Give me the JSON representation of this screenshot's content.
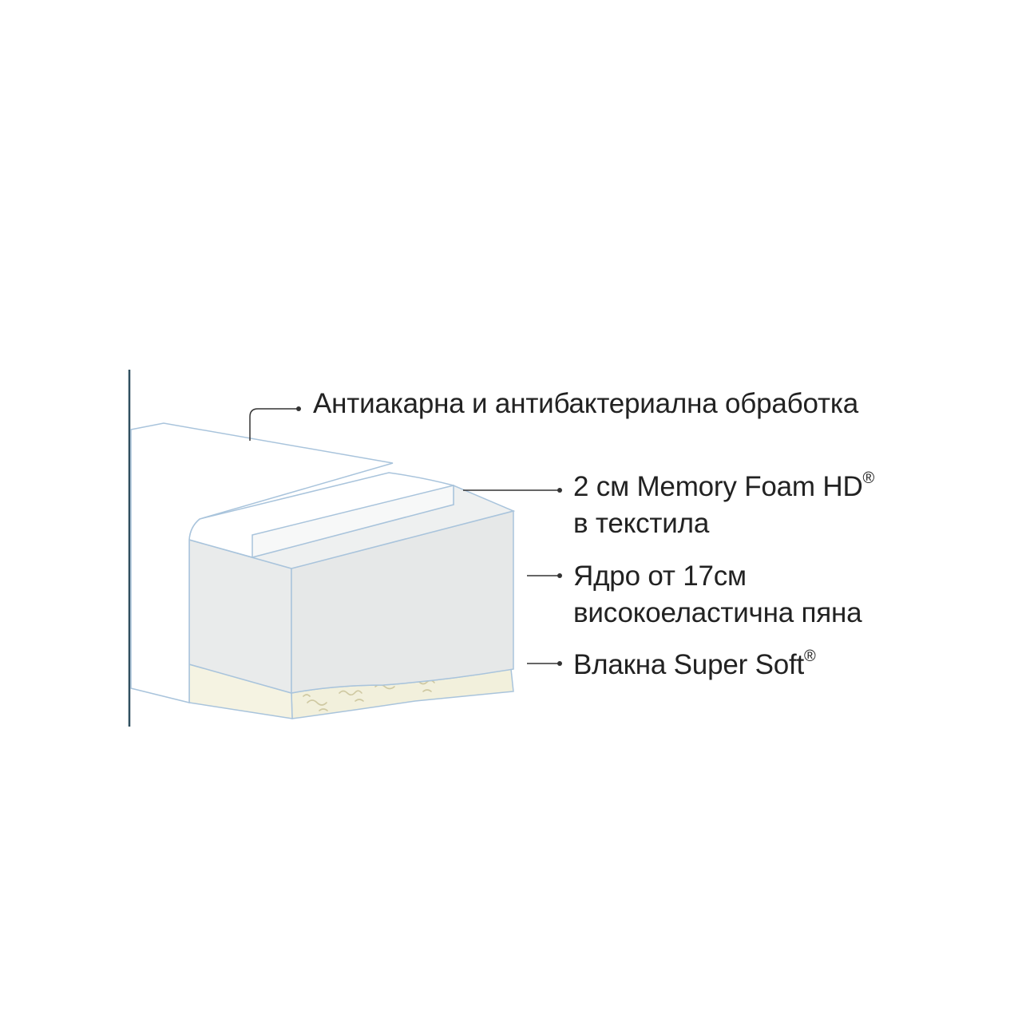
{
  "colors": {
    "wall": "#2f4f5f",
    "outline": "#a9c4dc",
    "core_fill": "#e6e8e8",
    "cover_fill": "#ffffff",
    "fiber_fill": "#f2f0dc",
    "fiber_texture": "#cfc9a2",
    "leader": "#333333",
    "text": "#222222"
  },
  "labels": {
    "treatment": {
      "text": "Антиакарна и антибактериална обработка"
    },
    "memory_foam": {
      "line1": "2 см Memory Foam HD",
      "mark": "®",
      "line2": "в текстила"
    },
    "core": {
      "line1": "Ядро от 17см",
      "line2": "високоеластична пяна"
    },
    "fiber": {
      "text": "Влакна Super Soft",
      "mark": "®"
    }
  }
}
